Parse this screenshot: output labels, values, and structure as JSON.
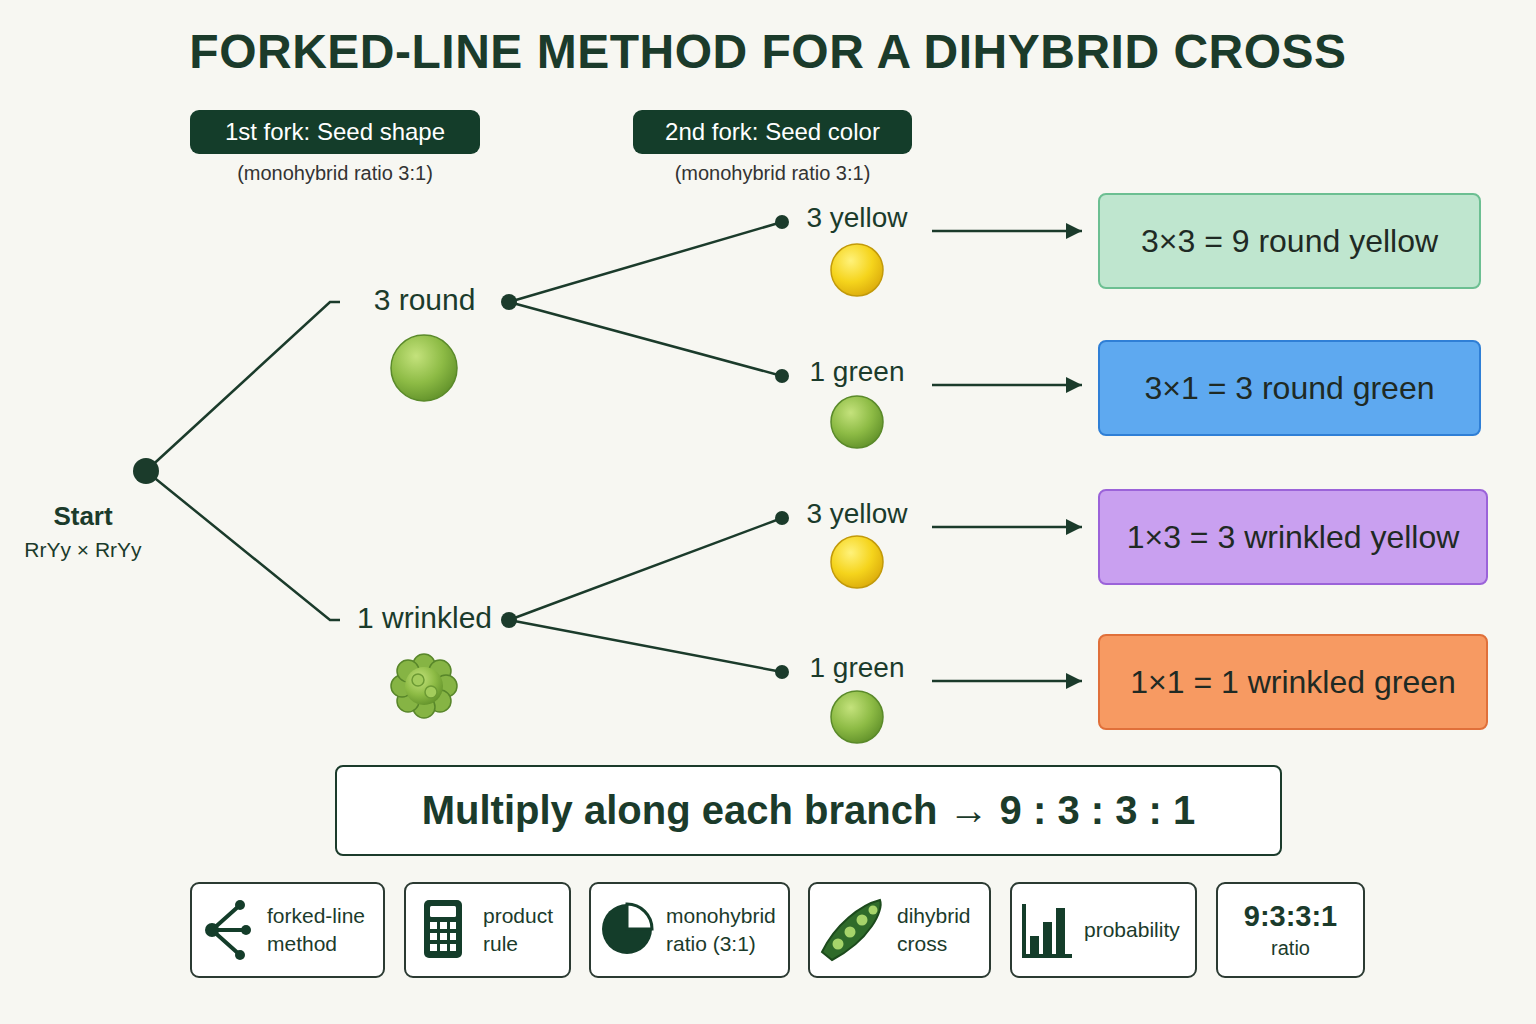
{
  "diagram": {
    "title": "FORKED-LINE METHOD FOR A DIHYBRID CROSS",
    "nodes": [
      {
        "text": [
          "1st fork: Seed shape",
          "(monohybrid ratio 3:1)"
        ]
      },
      {
        "text": [
          "2nd fork: Seed color",
          "(monohybrid ratio 3:1)"
        ]
      },
      {
        "text": [
          "Start",
          "RrYy × RrYy"
        ]
      },
      {
        "text": [
          "3 round"
        ]
      },
      {
        "text": [
          "1 wrinkled"
        ]
      },
      {
        "text": [
          "3 yellow"
        ]
      },
      {
        "text": [
          "1 green"
        ]
      },
      {
        "text": [
          "3 yellow"
        ]
      },
      {
        "text": [
          "1 green"
        ]
      },
      {
        "text": [
          "3×3 = 9 round yellow"
        ]
      },
      {
        "text": [
          "3×1 = 3 round green"
        ]
      },
      {
        "text": [
          "1×3 = 3 wrinkled yellow"
        ]
      },
      {
        "text": [
          "1×1 = 1 wrinkled green"
        ]
      },
      {
        "text": [
          "Multiply along each branch → 9 : 3 : 3 : 1"
        ]
      },
      {
        "text": [
          "forked-line method"
        ]
      },
      {
        "text": [
          "product rule"
        ]
      },
      {
        "text": [
          "monohybrid ratio (3:1)"
        ]
      },
      {
        "text": [
          "dihybrid cross"
        ]
      },
      {
        "text": [
          "probability"
        ]
      },
      {
        "text": [
          "9:3:3:1",
          "ratio"
        ]
      }
    ],
    "edges": [
      {
        "from": 2,
        "to": 3,
        "arrow": "none"
      },
      {
        "from": 2,
        "to": 4,
        "arrow": "none"
      },
      {
        "from": 3,
        "to": 5,
        "arrow": "none"
      },
      {
        "from": 3,
        "to": 6,
        "arrow": "none"
      },
      {
        "from": 4,
        "to": 7,
        "arrow": "none"
      },
      {
        "from": 4,
        "to": 8,
        "arrow": "none"
      },
      {
        "from": 5,
        "to": 9,
        "arrow": "to"
      },
      {
        "from": 6,
        "to": 10,
        "arrow": "to"
      },
      {
        "from": 7,
        "to": 11,
        "arrow": "to"
      },
      {
        "from": 8,
        "to": 12,
        "arrow": "to"
      }
    ]
  }
}
